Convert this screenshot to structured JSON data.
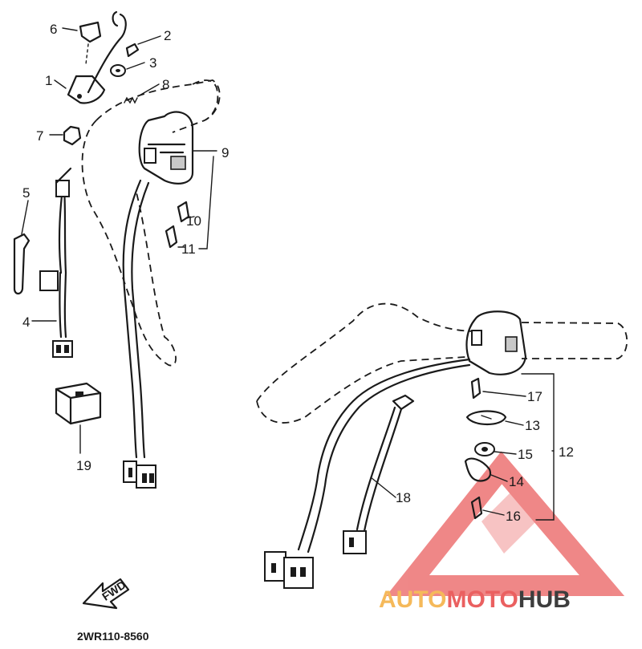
{
  "diagram": {
    "part_labels": [
      {
        "id": "p1",
        "text": "1"
      },
      {
        "id": "p2",
        "text": "2"
      },
      {
        "id": "p3",
        "text": "3"
      },
      {
        "id": "p4",
        "text": "4"
      },
      {
        "id": "p5",
        "text": "5"
      },
      {
        "id": "p6",
        "text": "6"
      },
      {
        "id": "p7",
        "text": "7"
      },
      {
        "id": "p8",
        "text": "8"
      },
      {
        "id": "p9",
        "text": "9"
      },
      {
        "id": "p10",
        "text": "10"
      },
      {
        "id": "p11",
        "text": "11"
      },
      {
        "id": "p12",
        "text": "12"
      },
      {
        "id": "p13",
        "text": "13"
      },
      {
        "id": "p14",
        "text": "14"
      },
      {
        "id": "p15",
        "text": "15"
      },
      {
        "id": "p16",
        "text": "16"
      },
      {
        "id": "p17",
        "text": "17"
      },
      {
        "id": "p18",
        "text": "18"
      },
      {
        "id": "p19",
        "text": "19"
      }
    ],
    "fwd_arrow_text": "FWD",
    "drawing_code": "2WR110-8560"
  },
  "watermark": {
    "text_part1": "AUTO",
    "text_part2": "MOTO",
    "text_part3": "HUB",
    "color_orange": "#f5b95a",
    "color_red": "#ea6060",
    "color_dark": "#3d3d3d"
  }
}
